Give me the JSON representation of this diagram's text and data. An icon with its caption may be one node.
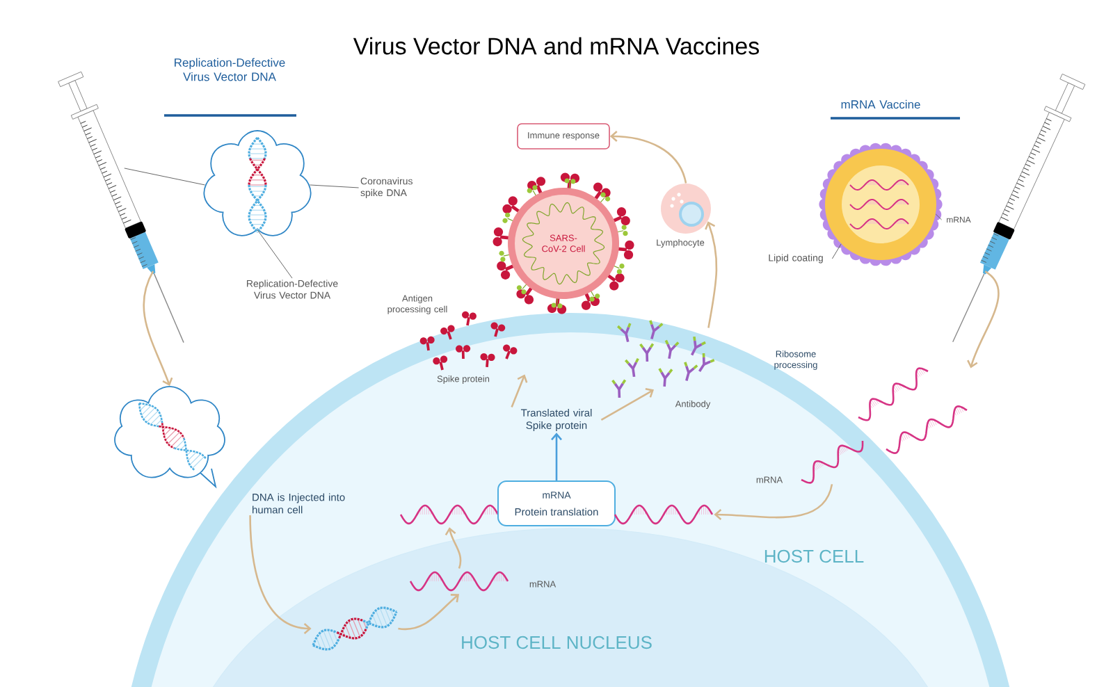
{
  "diagram": {
    "title": "Virus Vector DNA and mRNA Vaccines",
    "nodes": [
      {
        "text": [
          "HOST CELL"
        ]
      },
      {
        "text": [
          "HOST CELL NUCLEUS"
        ],
        "in": 0
      },
      {
        "text": [],
        "shape": "picture"
      },
      {
        "text": [],
        "shape": "cloud"
      },
      {
        "text": [
          "Coronavirus spike DNA"
        ]
      },
      {
        "text": [
          "Replication-Defective Virus Vector DNA"
        ]
      },
      {
        "text": [],
        "shape": "cloud"
      },
      {
        "text": [
          "DNA is Injected into human cell"
        ],
        "in": 0
      },
      {
        "text": [],
        "shape": "picture",
        "in": 1
      },
      {
        "text": [],
        "shape": "picture",
        "in": 1,
        "beside": [
          "mRNA"
        ]
      },
      {
        "text": [],
        "shape": "picture",
        "in": 0
      },
      {
        "text": [
          "mRNA",
          "Protein translation"
        ],
        "in": 0
      },
      {
        "text": [],
        "shape": "picture",
        "in": 0
      },
      {
        "text": [
          "Translated viral Spike protein"
        ],
        "in": 0
      },
      {
        "text": [],
        "shape": "picture",
        "beside": [
          "Spike protein"
        ]
      },
      {
        "text": [],
        "shape": "picture",
        "beside": [
          "Antibody"
        ],
        "in": 0
      },
      {
        "text": [
          "SARS-CoV-2 Cell"
        ]
      },
      {
        "text": [],
        "shape": "circle",
        "beside": [
          "Lymphocyte"
        ]
      },
      {
        "text": [
          "Immune response"
        ]
      },
      {
        "text": [],
        "shape": "circle"
      },
      {
        "text": [
          "mRNA"
        ]
      },
      {
        "text": [
          "Lipid coating"
        ]
      },
      {
        "text": [],
        "shape": "picture"
      },
      {
        "text": [],
        "shape": "picture"
      },
      {
        "text": [],
        "shape": "picture",
        "beside": [
          "mRNA"
        ],
        "in": 0
      }
    ],
    "edges": [
      {
        "from": 2,
        "to": 6,
        "arrow": "to"
      },
      {
        "from": 7,
        "to": 8,
        "arrow": "to"
      },
      {
        "from": 8,
        "to": 9,
        "arrow": "to"
      },
      {
        "from": 9,
        "to": 10,
        "arrow": "to"
      },
      {
        "from": 11,
        "to": 13,
        "arrow": "to",
        "color": "#4a9fdc"
      },
      {
        "from": 13,
        "to": 14,
        "arrow": "to"
      },
      {
        "from": 13,
        "to": 15,
        "arrow": "to"
      },
      {
        "from": 15,
        "to": 17,
        "arrow": "to"
      },
      {
        "from": 17,
        "to": 18,
        "arrow": "to"
      },
      {
        "from": 22,
        "to": 23,
        "arrow": "to"
      },
      {
        "from": 24,
        "to": 12,
        "arrow": "to"
      },
      {
        "from": 4,
        "to": 3,
        "arrow": "none",
        "color": "#666666"
      },
      {
        "from": 5,
        "to": 3,
        "arrow": "none",
        "color": "#666666"
      },
      {
        "from": 2,
        "to": 3,
        "arrow": "none",
        "color": "#666666"
      },
      {
        "from": 20,
        "to": 19,
        "arrow": "none",
        "color": "#666666"
      },
      {
        "from": 21,
        "to": 19,
        "arrow": "none",
        "color": "#666666"
      }
    ],
    "labels": [
      "Replication-Defective Virus Vector DNA",
      "Antigen processing cell",
      "Ribosome processing",
      "mRNA Vaccine"
    ]
  }
}
